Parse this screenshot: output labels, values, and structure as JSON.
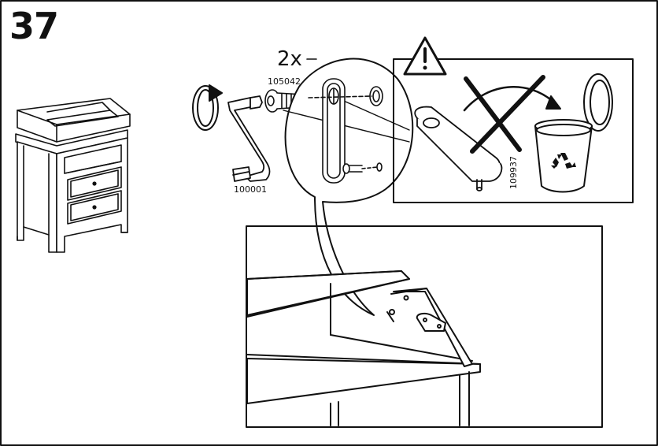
{
  "step_number": "37",
  "quantity": "2x",
  "parts": {
    "bolt": "105042",
    "key": "100001",
    "panel": "109937"
  },
  "icons": [
    "rotate-icon",
    "warning-icon",
    "recycle-icon"
  ],
  "colors": {
    "line": "#111111",
    "background": "#ffffff"
  }
}
